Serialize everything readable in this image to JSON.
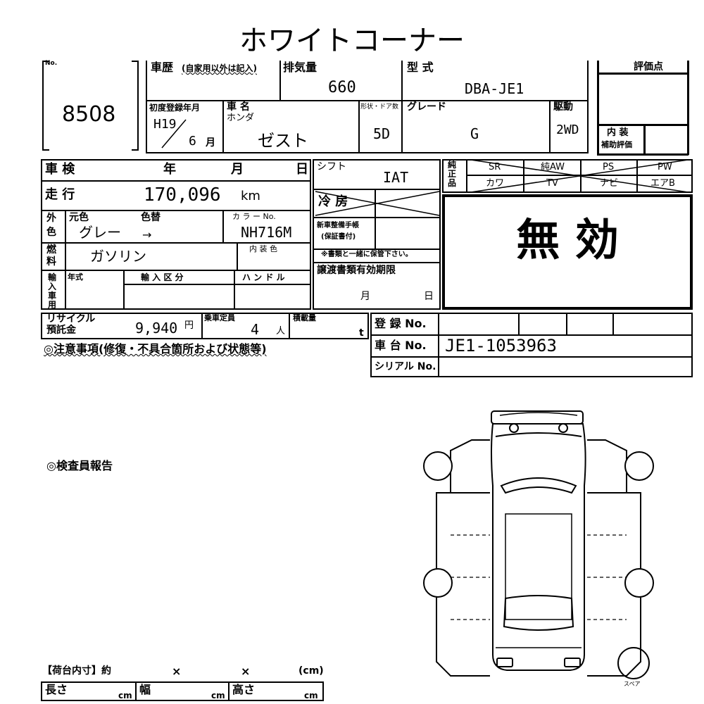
{
  "title": "ホワイトコーナー",
  "lot": {
    "no_label": "No.",
    "number": "8508"
  },
  "history": {
    "label": "車歴",
    "note": "(自家用以外は記入)"
  },
  "displacement": {
    "label": "排気量",
    "value": "660"
  },
  "model": {
    "label": "型 式",
    "value": "DBA-JE1"
  },
  "score": {
    "label": "評価点",
    "interior_label": "内 装",
    "interior_sub": "補助評価"
  },
  "first_reg": {
    "label": "初度登録年月",
    "era": "H19",
    "month": "6",
    "month_unit": "月"
  },
  "car_name": {
    "label": "車 名",
    "maker": "ホンダ",
    "name": "ゼスト"
  },
  "shape": {
    "label": "形状・ドア数",
    "value": "5D"
  },
  "grade": {
    "label": "グレード",
    "value": "G"
  },
  "drive": {
    "label": "駆動",
    "value": "2WD"
  },
  "inspection": {
    "label": "車 検",
    "y": "年",
    "m": "月",
    "d": "日"
  },
  "mileage": {
    "label": "走 行",
    "value": "170,096",
    "unit": "km"
  },
  "exterior": {
    "label_1": "外",
    "label_2": "色",
    "orig_label": "元色",
    "orig": "グレー",
    "repaint_label": "色替",
    "repaint": "→",
    "code_label": "カ ラ ー No.",
    "code": "NH716M"
  },
  "fuel": {
    "label_1": "燃",
    "label_2": "料",
    "value": "ガソリン",
    "interior_color_label": "内 装 色"
  },
  "import": {
    "label": "輸入車用",
    "year_label": "年式",
    "kind_label": "輸 入 区 分",
    "handle_label": "ハ ン ド ル"
  },
  "shift": {
    "label": "シフト",
    "value": "IAT"
  },
  "aircon": {
    "label": "冷 房"
  },
  "equipment": {
    "label": "純正品",
    "items_top": [
      "SR",
      "純AW",
      "PS",
      "PW"
    ],
    "items_bottom": [
      "カワ",
      "TV",
      "ナビ",
      "エアB"
    ]
  },
  "void_stamp": "無 効",
  "service_book": {
    "l1": "新車整備手帳",
    "l2": "(保証書付)",
    "note": "※書類と一緒に保管下さい。"
  },
  "transfer": {
    "label": "譲渡書類有効期限",
    "m": "月",
    "d": "日"
  },
  "recycle": {
    "l1": "リサイクル",
    "l2": "預託金",
    "value": "9,940",
    "unit": "円"
  },
  "capacity": {
    "label": "乗車定員",
    "value": "4",
    "unit": "人"
  },
  "load": {
    "label": "積載量",
    "unit": "t"
  },
  "registration": {
    "label": "登 録 No.",
    "chassis_label": "車 台 No.",
    "chassis": "JE1-1053963",
    "serial_label": "シリアル No."
  },
  "notes_heading": "◎注意事項(修復・不具合箇所および状態等)",
  "inspector_heading": "◎検査員報告",
  "cargo": {
    "heading": "【荷台内寸】約",
    "x1": "×",
    "x2": "×",
    "unit": "(cm)",
    "length": "長さ",
    "width": "幅",
    "height": "高さ",
    "cm": "cm"
  },
  "spare": "スペア"
}
